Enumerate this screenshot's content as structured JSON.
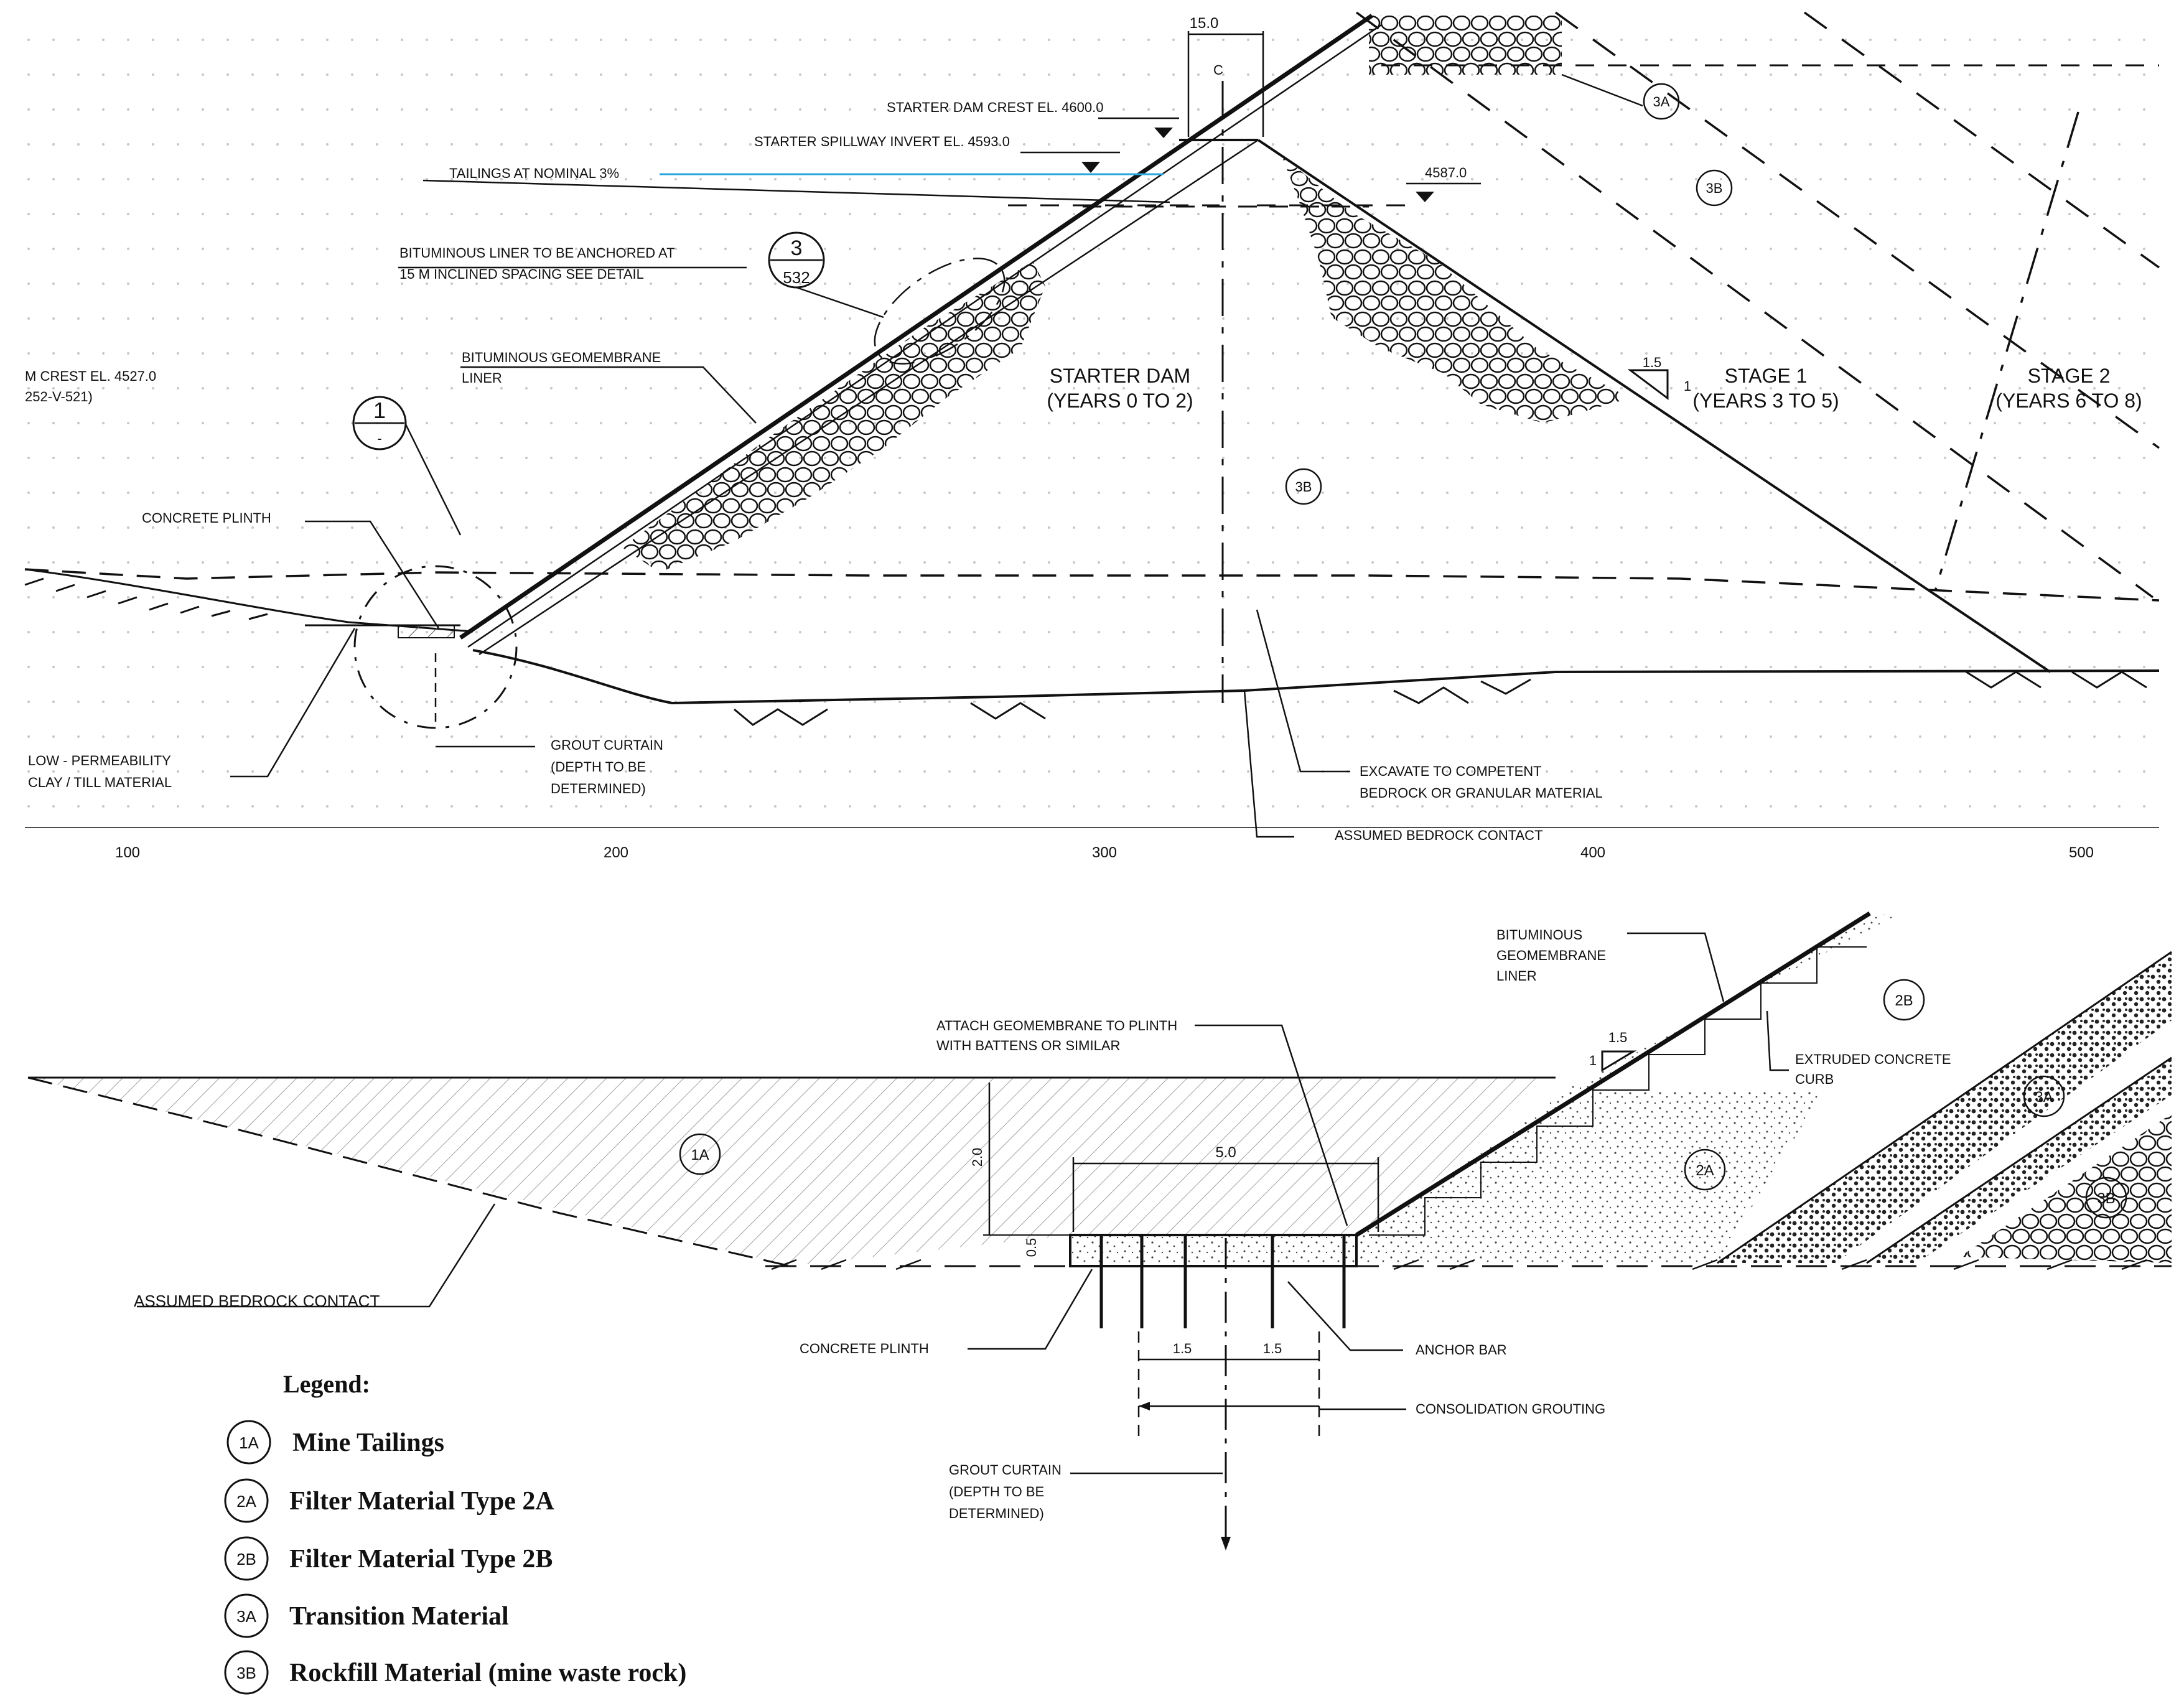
{
  "upper": {
    "dimensions": {
      "crest_width": "15.0",
      "center_mark": "C",
      "slope_h": "1.5",
      "slope_v": "1"
    },
    "elevations": {
      "starter_dam_crest": "STARTER DAM CREST EL. 4600.0",
      "starter_spillway_invert": "STARTER SPILLWAY INVERT EL. 4593.0",
      "tailings": "TAILINGS AT  NOMINAL 3%",
      "downstream_bench": "4587.0",
      "crest_cutoff_line1": "M CREST EL. 4527.0",
      "crest_cutoff_line2": "252-V-521)"
    },
    "callouts": {
      "liner_anchor_line1": "BITUMINOUS LINER TO BE ANCHORED AT",
      "liner_anchor_line2": "15 M  INCLINED SPACING SEE DETAIL",
      "detail_ref_top": "3",
      "detail_ref_bottom": "532",
      "geomembrane_line1": "BITUMINOUS GEOMEMBRANE",
      "geomembrane_line2": "LINER",
      "detail1_top": "1",
      "detail1_bottom": "-",
      "concrete_plinth": "CONCRETE PLINTH",
      "low_perm_line1": "LOW - PERMEABILITY",
      "low_perm_line2": "CLAY / TILL MATERIAL",
      "grout_line1": "GROUT CURTAIN",
      "grout_line2": "(DEPTH TO BE",
      "grout_line3": "DETERMINED)",
      "excavate_line1": "EXCAVATE TO COMPETENT",
      "excavate_line2": "BEDROCK OR GRANULAR MATERIAL",
      "bedrock_contact": "ASSUMED BEDROCK CONTACT"
    },
    "zones": {
      "starter_line1": "STARTER DAM",
      "starter_line2": "(YEARS 0 TO 2)",
      "stage1_line1": "STAGE 1",
      "stage1_line2": "(YEARS 3 TO 5)",
      "stage2_line1": "STAGE 2",
      "stage2_line2": "(YEARS 6 TO 8)",
      "tag_3a": "3A",
      "tag_3b_top": "3B",
      "tag_3b_mid": "3B"
    },
    "axis_ticks": [
      "100",
      "200",
      "300",
      "400",
      "500"
    ]
  },
  "lower": {
    "labels": {
      "bitum_line1": "BITUMINOUS",
      "bitum_line2": "GEOMEMBRANE",
      "bitum_line3": "LINER",
      "attach_line1": "ATTACH GEOMEMBRANE TO PLINTH",
      "attach_line2": "WITH BATTENS OR SIMILAR",
      "curb_line1": "EXTRUDED CONCRETE",
      "curb_line2": "CURB",
      "bedrock_contact": "ASSUMED BEDROCK CONTACT",
      "concrete_plinth": "CONCRETE PLINTH",
      "anchor_bar": "ANCHOR BAR",
      "consolidation": "CONSOLIDATION GROUTING",
      "grout_line1": "GROUT CURTAIN",
      "grout_line2": "(DEPTH TO BE",
      "grout_line3": "DETERMINED)"
    },
    "dimensions": {
      "slope_h": "1.5",
      "slope_v": "1",
      "depth": "2.0",
      "plinth_thickness": "0.5",
      "plinth_width": "5.0",
      "spacing_left": "1.5",
      "spacing_right": "1.5"
    },
    "zones": {
      "tag_1a": "1A",
      "tag_2a": "2A",
      "tag_2b": "2B",
      "tag_3a": "3A",
      "tag_3b": "3B"
    }
  },
  "legend": {
    "title": "Legend:",
    "items": [
      {
        "code": "1A",
        "label": "Mine Tailings"
      },
      {
        "code": "2A",
        "label": "Filter Material Type 2A"
      },
      {
        "code": "2B",
        "label": "Filter Material Type 2B"
      },
      {
        "code": "3A",
        "label": "Transition Material"
      },
      {
        "code": "3B",
        "label": "Rockfill Material (mine waste rock)"
      }
    ]
  },
  "colors": {
    "linework": "#111111",
    "tailings_line": "#29a8e0",
    "grid_dots": "#9a9a9a"
  }
}
